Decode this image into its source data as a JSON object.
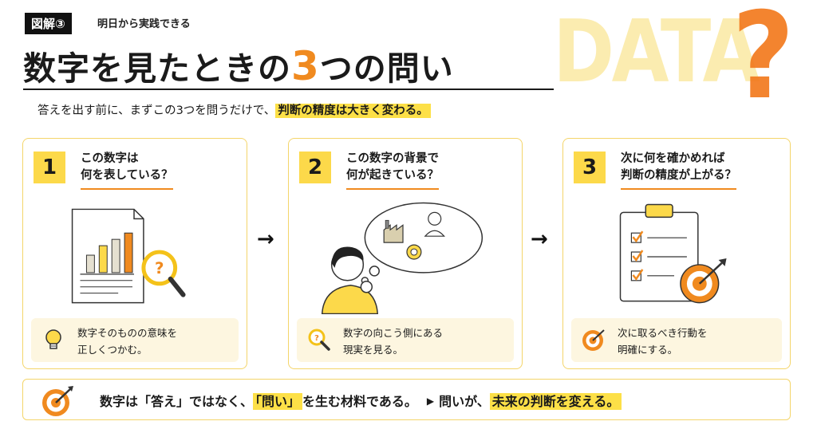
{
  "header": {
    "badge": "図解③",
    "kicker": "明日から実践できる",
    "title_before": "数字を見たときの",
    "title_accent": "3",
    "title_after": "つの問い",
    "subtitle_plain": "答えを出す前に、まずこの3つを問うだけで、",
    "subtitle_highlight": "判断の精度は大きく変わる。"
  },
  "decoration": {
    "word": "DATA",
    "mark": "?"
  },
  "cards": [
    {
      "number": "1",
      "question": "この数字は\n何を表している？",
      "note": "数字そのものの意味を\n正しくつかむ。",
      "note_icon": "lightbulb-icon"
    },
    {
      "number": "2",
      "question": "この数字の背景で\n何が起きている？",
      "note": "数字の向こう側にある\n現実を見る。",
      "note_icon": "magnifier-icon"
    },
    {
      "number": "3",
      "question": "次に何を確かめれば\n判断の精度が上がる？",
      "note": "次に取るべき行動を\n明確にする。",
      "note_icon": "target-icon"
    }
  ],
  "arrows": [
    "→",
    "→"
  ],
  "banner": {
    "part1": "数字は「答え」ではなく、",
    "highlight1": "「問い」",
    "part2": "を生む材料である。",
    "play": "▶",
    "part3": "問いが、",
    "highlight2": "未来の判断を変える。"
  },
  "colors": {
    "accent_orange": "#f08a1f",
    "accent_yellow": "#fcd94a",
    "card_border": "#f4d56a",
    "note_bg": "#fdf6e0"
  }
}
